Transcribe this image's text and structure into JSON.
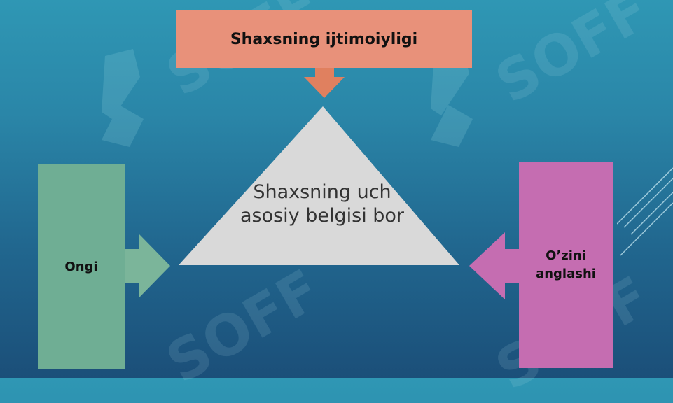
{
  "diagram": {
    "top_label": "Shaxsning ijtimoiyligi",
    "center_label": "Shaxsning uch asosiy belgisi bor",
    "left_label": "Ongi",
    "right_label": "O’zini anglashi"
  },
  "colors": {
    "top_box": "#e8917a",
    "top_arrow": "#e0805f",
    "left_box": "#6fae94",
    "right_box": "#c56db1",
    "triangle": "#d9d9d9"
  },
  "watermark": {
    "text": "SOFF"
  }
}
